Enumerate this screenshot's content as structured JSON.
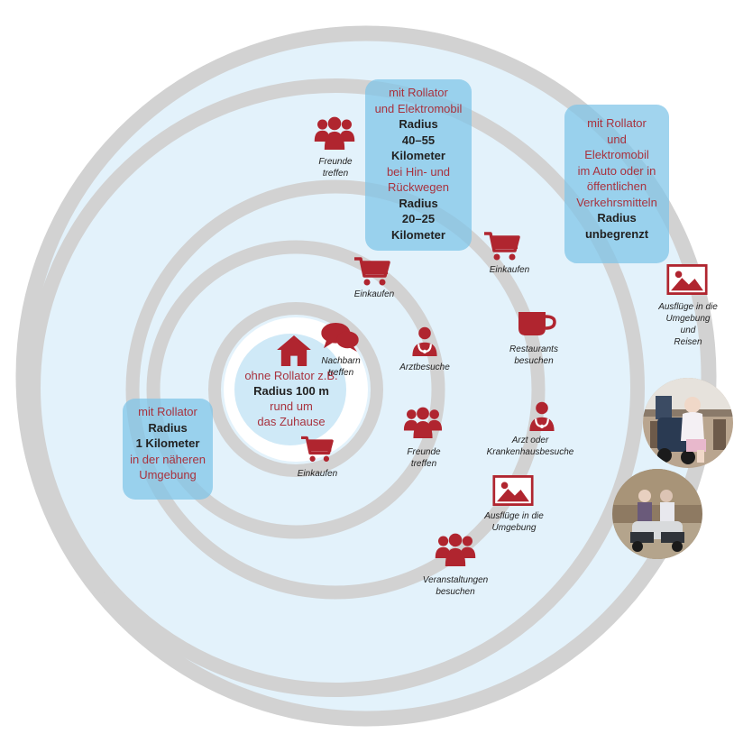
{
  "colors": {
    "ring_gray": "#d0d0d0",
    "ring_fill": "#e3f2fb",
    "box_fill": "#7dc4e8",
    "icon_red": "#b0252f",
    "text_red": "#a8323e",
    "text_dark": "#222222"
  },
  "center": {
    "line1": "ohne Rollator z.B.",
    "line2": "Radius 100 m",
    "line3": "rund um",
    "line4": "das Zuhause"
  },
  "box_rollator": {
    "line1": "mit Rollator",
    "line2": "Radius",
    "line3": "1 Kilometer",
    "line4": "in der näheren",
    "line5": "Umgebung"
  },
  "box_elektromobil": {
    "line1": "mit Rollator",
    "line2": "und Elektromobil",
    "line3": "Radius",
    "line4": "40–55",
    "line5": "Kilometer",
    "line6": "bei Hin- und",
    "line7": "Rückwegen",
    "line8": "Radius",
    "line9": "20–25",
    "line10": "Kilometer"
  },
  "box_unbegrenzt": {
    "line1": "mit Rollator",
    "line2": "und",
    "line3": "Elektromobil",
    "line4": "im Auto oder in",
    "line5": "öffentlichen",
    "line6": "Verkehrsmitteln",
    "line7": "Radius",
    "line8": "unbegrenzt"
  },
  "activities": {
    "inner_einkaufen": {
      "icon": "shopping-cart-icon",
      "l1": "Einkaufen"
    },
    "inner_nachbarn": {
      "icon": "speech-bubbles-icon",
      "l1": "Nachbarn",
      "l2": "treffen"
    },
    "ring2_einkaufen": {
      "icon": "shopping-cart-icon",
      "l1": "Einkaufen"
    },
    "ring2_arztbesuche": {
      "icon": "doctor-icon",
      "l1": "Arztbesuche"
    },
    "ring2_freunde": {
      "icon": "people-group-icon",
      "l1": "Freunde",
      "l2": "treffen"
    },
    "ring3_freunde": {
      "icon": "people-group-icon",
      "l1": "Freunde",
      "l2": "treffen"
    },
    "ring3_einkaufen": {
      "icon": "shopping-cart-icon",
      "l1": "Einkaufen"
    },
    "ring3_restaurants": {
      "icon": "coffee-cup-icon",
      "l1": "Restaurants",
      "l2": "besuchen"
    },
    "ring3_arzt": {
      "icon": "doctor-icon",
      "l1": "Arzt oder",
      "l2": "Krankenhausbesuche"
    },
    "ring3_ausfluege": {
      "icon": "landscape-picture-icon",
      "l1": "Ausflüge in die",
      "l2": "Umgebung"
    },
    "ring3_veranstaltungen": {
      "icon": "people-group-icon",
      "l1": "Veranstaltungen",
      "l2": "besuchen"
    },
    "outer_ausfluege": {
      "icon": "landscape-picture-icon",
      "l1": "Ausflüge in die",
      "l2": "Umgebung",
      "l3": "und",
      "l4": "Reisen"
    }
  },
  "photos": {
    "photo1": "photo-woman-on-mobility-scooter",
    "photo2": "photo-couple-on-mobility-scooters"
  }
}
